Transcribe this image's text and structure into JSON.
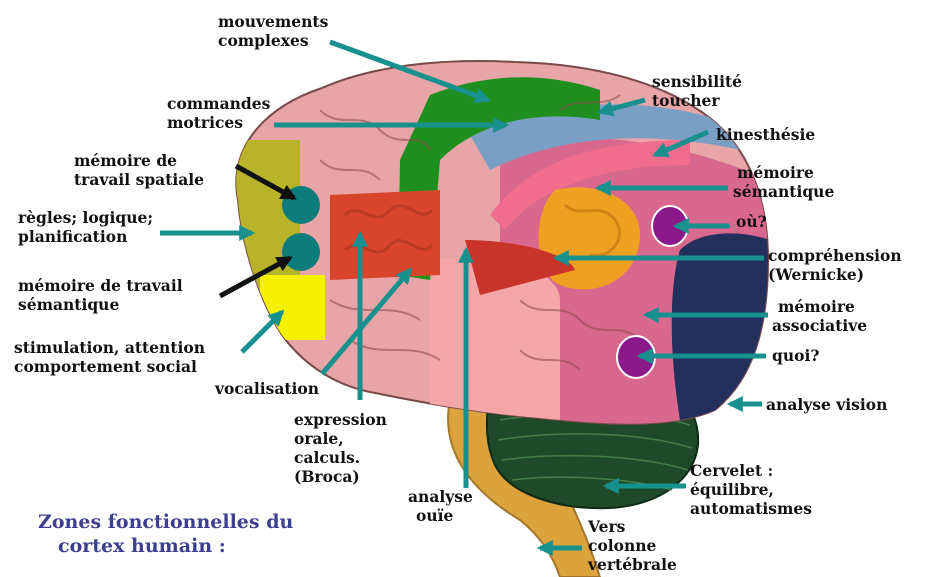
{
  "title": {
    "line1": "Zones fonctionnelles du",
    "line2": "cortex humain :"
  },
  "colors": {
    "arrow": "#17908e",
    "arrow_black": "#111111",
    "title": "#3c3f8f",
    "motor": "#1f8f1f",
    "sensory": "#7a9fc4",
    "kinesthesia": "#f06d8e",
    "prefrontal": "#b8b42a",
    "broca": "#d8452a",
    "wernicke": "#f0a020",
    "vision": "#23305c",
    "cerebellum": "#1f4a2a",
    "brainstem": "#dca23c",
    "purple": "#8a1a8a",
    "teal_dot": "#0e7c7b"
  },
  "labels": {
    "mouvements": {
      "line1": "mouvements",
      "line2": "complexes"
    },
    "commandes": {
      "line1": "commandes",
      "line2": "motrices"
    },
    "memoire_spatiale": {
      "line1": "mémoire de",
      "line2": "travail spatiale"
    },
    "regles": {
      "line1": "règles; logique;",
      "line2": "planification"
    },
    "memoire_semantique_travail": {
      "line1": "mémoire de travail",
      "line2": "sémantique"
    },
    "stimulation": {
      "line1": "stimulation, attention",
      "line2": "comportement social"
    },
    "vocalisation": "vocalisation",
    "expression": {
      "line1": "expression",
      "line2": "orale,",
      "line3": "calculs.",
      "line4": "(Broca)"
    },
    "analyse_ouie": {
      "line1": "analyse",
      "line2": "ouïe"
    },
    "sensibilite": {
      "line1": "sensibilité",
      "line2": "toucher"
    },
    "kinesthesie": "kinesthésie",
    "memoire_semantique": {
      "line1": "mémoire",
      "line2": "sémantique"
    },
    "ou": "où?",
    "comprehension": {
      "line1": "compréhension",
      "line2": "(Wernicke)"
    },
    "memoire_associative": {
      "line1": "mémoire",
      "line2": "associative"
    },
    "quoi": "quoi?",
    "analyse_vision": "analyse vision",
    "cervelet": {
      "line1": "Cervelet :",
      "line2": "équilibre,",
      "line3": "automatismes"
    },
    "vers_colonne": {
      "line1": "Vers",
      "line2": "colonne",
      "line3": "vertébrale"
    }
  }
}
